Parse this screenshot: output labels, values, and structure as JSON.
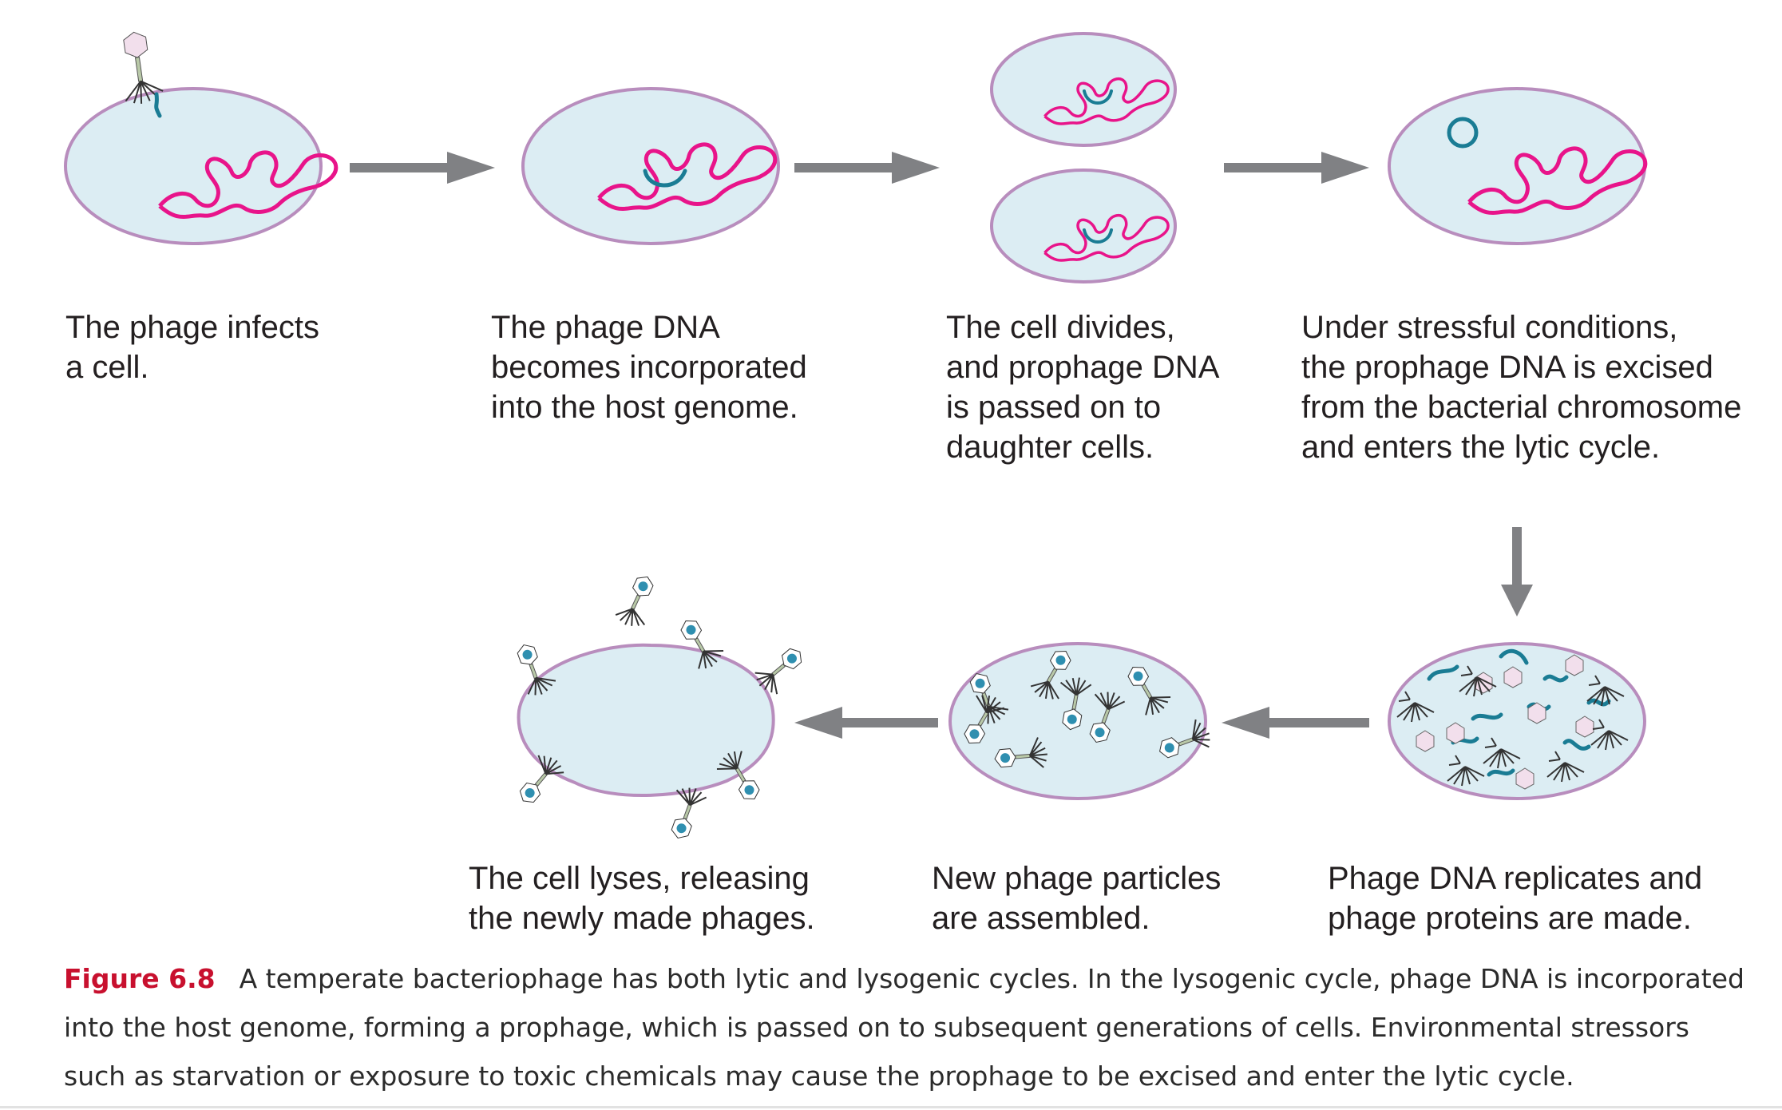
{
  "colors": {
    "cell_fill": "#dcedf3",
    "cell_border": "#b88dbd",
    "host_dna": "#e8148a",
    "phage_dna": "#1a7c94",
    "arrow": "#808184",
    "phage_head": "#f2dfec",
    "caption_label": "#c8102e"
  },
  "steps": [
    {
      "id": "infect",
      "lines": [
        "The phage infects",
        "a cell."
      ]
    },
    {
      "id": "incorporate",
      "lines": [
        "The phage DNA",
        "becomes incorporated",
        "into the host genome."
      ]
    },
    {
      "id": "divide",
      "lines": [
        "The cell divides,",
        "and prophage DNA",
        "is passed on to",
        "daughter cells."
      ]
    },
    {
      "id": "excise",
      "lines": [
        "Under stressful conditions,",
        "the prophage DNA is excised",
        "from the bacterial chromosome",
        "and enters the lytic cycle."
      ]
    },
    {
      "id": "replicate",
      "lines": [
        "Phage DNA replicates and",
        "phage proteins are made."
      ]
    },
    {
      "id": "assemble",
      "lines": [
        "New phage particles",
        "are assembled."
      ]
    },
    {
      "id": "lyse",
      "lines": [
        "The cell lyses, releasing",
        "the newly made phages."
      ]
    }
  ],
  "caption": {
    "label": "Figure 6.8",
    "text": "A temperate bacteriophage has both lytic and lysogenic cycles. In the lysogenic cycle, phage DNA is incorporated into the host genome, forming a prophage, which is passed on to subsequent generations of cells. Environmental stressors such as starvation or exposure to toxic chemicals may cause the prophage to be excised and enter the lytic cycle."
  }
}
